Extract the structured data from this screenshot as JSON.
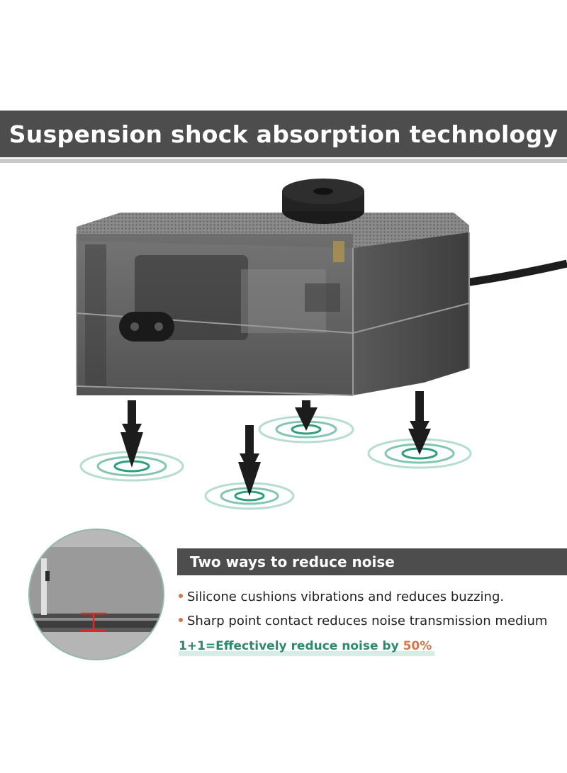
{
  "banner": {
    "title": "Suspension shock absorption technology"
  },
  "section": {
    "title": "Two ways to reduce noise",
    "bullets": [
      "Silicone cushions vibrations and reduces buzzing.",
      "Sharp point contact reduces noise transmission medium"
    ],
    "summary_prefix": "1+1=Effectively reduce noise by ",
    "summary_value": "50%"
  },
  "colors": {
    "banner_bg": "#4d4d4d",
    "accent_green": "#2e8a6a",
    "accent_orange": "#d4784a",
    "ripple": "#2f9e7c"
  },
  "icons": [
    "air-pump-product-image",
    "silicone-foot-icon",
    "vibration-ripple-icon",
    "detail-zoom-inset"
  ]
}
